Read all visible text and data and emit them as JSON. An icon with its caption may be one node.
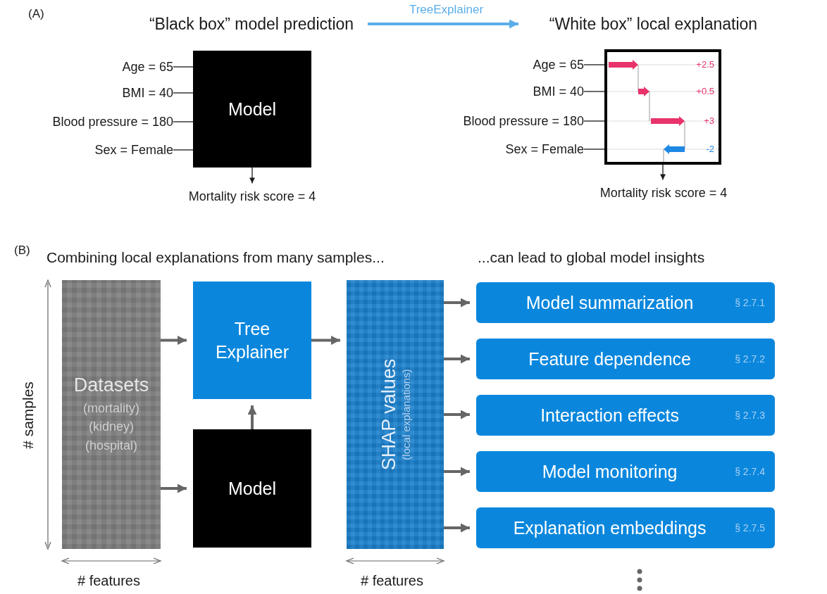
{
  "diagram": {
    "nodes": [
      {
        "text": [
          "“Black box” model prediction"
        ]
      },
      {
        "text": [
          "“White box” local explanation"
        ]
      },
      {
        "text": [
          "Age = 65"
        ]
      },
      {
        "text": [
          "BMI = 40"
        ]
      },
      {
        "text": [
          "Blood pressure = 180"
        ]
      },
      {
        "text": [
          "Sex = Female"
        ]
      },
      {
        "text": [
          "Model"
        ]
      },
      {
        "text": [
          "Mortality risk score = 4"
        ]
      },
      {
        "text": [
          "Age = 65"
        ]
      },
      {
        "text": [
          "BMI = 40"
        ]
      },
      {
        "text": [
          "Blood pressure = 180"
        ]
      },
      {
        "text": [
          "Sex = Female"
        ]
      },
      {
        "text": [
          "+2.5",
          "+0.5",
          "+3",
          "-2"
        ]
      },
      {
        "text": [
          "Mortality risk score = 4"
        ]
      },
      {
        "text": [
          "Datasets",
          "(mortality) (kidney) (hospital)"
        ]
      },
      {
        "text": [
          "Tree Explainer"
        ]
      },
      {
        "text": [
          "Model"
        ]
      },
      {
        "text": [
          "SHAP values",
          "(local explanations)"
        ]
      },
      {
        "text": [
          "Model summarization",
          "§ 2.7.1"
        ]
      },
      {
        "text": [
          "Feature dependence",
          "§ 2.7.2"
        ]
      },
      {
        "text": [
          "Interaction effects",
          "§ 2.7.3"
        ]
      },
      {
        "text": [
          "Model monitoring",
          "§ 2.7.4"
        ]
      },
      {
        "text": [
          "Explanation embeddings",
          "§ 2.7.5"
        ]
      }
    ],
    "edges": [
      {
        "from": 0,
        "to": 1,
        "arrow": "to",
        "label": "TreeExplainer",
        "style": "thick",
        "color": "#5aaee8"
      },
      {
        "from": 2,
        "to": 6,
        "arrow": "none"
      },
      {
        "from": 3,
        "to": 6,
        "arrow": "none"
      },
      {
        "from": 4,
        "to": 6,
        "arrow": "none"
      },
      {
        "from": 5,
        "to": 6,
        "arrow": "none"
      },
      {
        "from": 6,
        "to": 7,
        "arrow": "to"
      },
      {
        "from": 8,
        "to": 12,
        "arrow": "none"
      },
      {
        "from": 9,
        "to": 12,
        "arrow": "none"
      },
      {
        "from": 10,
        "to": 12,
        "arrow": "none"
      },
      {
        "from": 11,
        "to": 12,
        "arrow": "none"
      },
      {
        "from": 12,
        "to": 13,
        "arrow": "to"
      },
      {
        "from": 14,
        "to": 15,
        "arrow": "to",
        "style": "thick",
        "color": "#666666"
      },
      {
        "from": 14,
        "to": 16,
        "arrow": "to",
        "style": "thick",
        "color": "#666666"
      },
      {
        "from": 16,
        "to": 15,
        "arrow": "to",
        "style": "thick",
        "color": "#666666"
      },
      {
        "from": 15,
        "to": 17,
        "arrow": "to",
        "style": "thick",
        "color": "#666666"
      },
      {
        "from": 17,
        "to": 18,
        "arrow": "to",
        "style": "thick",
        "color": "#666666"
      },
      {
        "from": 17,
        "to": 19,
        "arrow": "to",
        "style": "thick",
        "color": "#666666"
      },
      {
        "from": 17,
        "to": 20,
        "arrow": "to",
        "style": "thick",
        "color": "#666666"
      },
      {
        "from": 17,
        "to": 21,
        "arrow": "to",
        "style": "thick",
        "color": "#666666"
      },
      {
        "from": 17,
        "to": 22,
        "arrow": "to",
        "style": "thick",
        "color": "#666666"
      }
    ],
    "labels": [
      "(A)",
      "(B)",
      "Combining local explanations from many samples...",
      "...can lead to global model insights",
      "# samples",
      "# features",
      "# features"
    ]
  }
}
